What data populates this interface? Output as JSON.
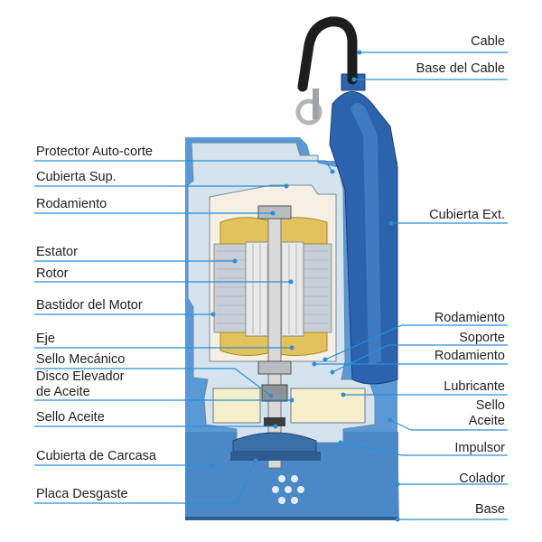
{
  "colors": {
    "leader": "#2b8ed6",
    "outer_body": "#4f8fd0",
    "ext_cover": "#2a62ad",
    "casting": "#cfe0ec",
    "motor_cavity": "#f4eee2",
    "stator": "#c9cfd6",
    "winding": "#e3c25c",
    "rotor": "#e7e7e7",
    "oil": "#f7f0c8",
    "cable": "#1e1e1e"
  },
  "labels_left": [
    {
      "id": "protector",
      "text": "Protector Auto-corte"
    },
    {
      "id": "cubierta-sup",
      "text": "Cubierta Sup."
    },
    {
      "id": "rodamiento-top",
      "text": "Rodamiento"
    },
    {
      "id": "estator",
      "text": "Estator"
    },
    {
      "id": "rotor",
      "text": "Rotor"
    },
    {
      "id": "bastidor",
      "text": "Bastidor del Motor"
    },
    {
      "id": "eje",
      "text": "Eje"
    },
    {
      "id": "sello-mecanico",
      "text": "Sello Mecánico"
    },
    {
      "id": "disco",
      "text": "Disco Elevador",
      "text2": "de Aceite"
    },
    {
      "id": "sello-aceite-left",
      "text": "Sello Aceite"
    },
    {
      "id": "cubierta-carcasa",
      "text": "Cubierta de Carcasa"
    },
    {
      "id": "placa",
      "text": "Placa Desgaste"
    }
  ],
  "labels_right": [
    {
      "id": "cable",
      "text": "Cable"
    },
    {
      "id": "base-cable",
      "text": "Base del Cable"
    },
    {
      "id": "cubierta-ext",
      "text": "Cubierta Ext."
    },
    {
      "id": "rodamiento-r1",
      "text": "Rodamiento"
    },
    {
      "id": "soporte",
      "text": "Soporte"
    },
    {
      "id": "rodamiento-r2",
      "text": "Rodamiento"
    },
    {
      "id": "lubricante",
      "text": "Lubricante"
    },
    {
      "id": "sello-aceite-right",
      "text": "Sello",
      "text2": "Aceite"
    },
    {
      "id": "impulsor",
      "text": "Impulsor"
    },
    {
      "id": "colador",
      "text": "Colador"
    },
    {
      "id": "base",
      "text": "Base"
    }
  ]
}
